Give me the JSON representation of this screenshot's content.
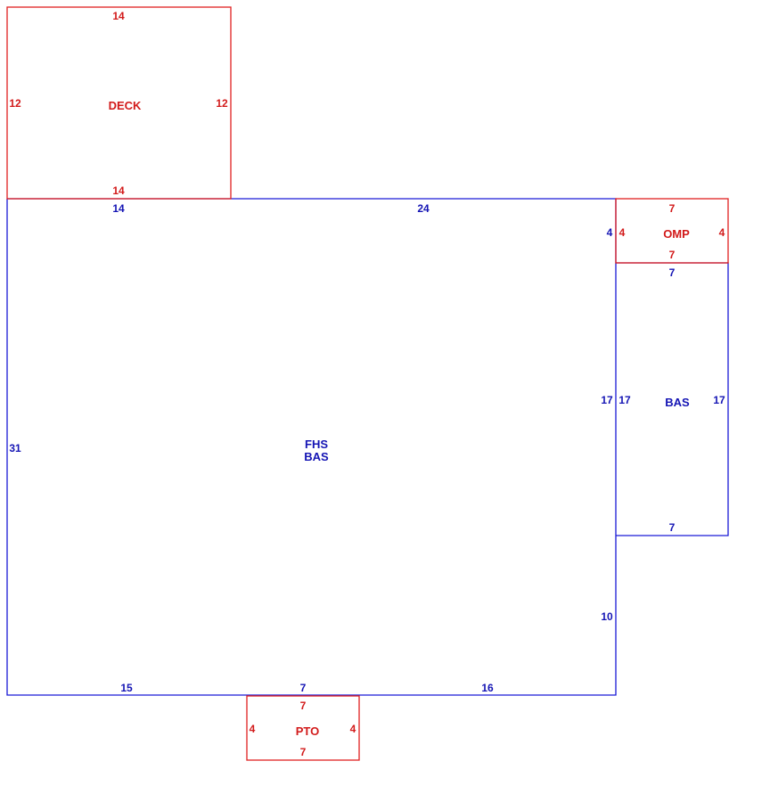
{
  "areas": {
    "deck": {
      "label": "DECK",
      "top": "14",
      "bottom": "14",
      "left": "12",
      "right": "12"
    },
    "omp": {
      "label": "OMP",
      "top": "7",
      "bottom": "7",
      "left": "4",
      "right": "4"
    },
    "pto": {
      "label": "PTO",
      "top": "7",
      "bottom": "7",
      "left": "4",
      "right": "4"
    },
    "main": {
      "label_line1": "FHS",
      "label_line2": "BAS",
      "top_left": "14",
      "top_right": "24",
      "left": "31",
      "right_upper": "4",
      "right_middle": "17",
      "right_lower": "10",
      "bottom_left": "15",
      "bottom_mid": "7",
      "bottom_right": "16"
    },
    "bas_annex": {
      "label": "BAS",
      "top": "7",
      "bottom": "7",
      "left": "17",
      "right": "17"
    }
  },
  "colors": {
    "red": "#d21a1a",
    "blue": "#1414b4"
  }
}
